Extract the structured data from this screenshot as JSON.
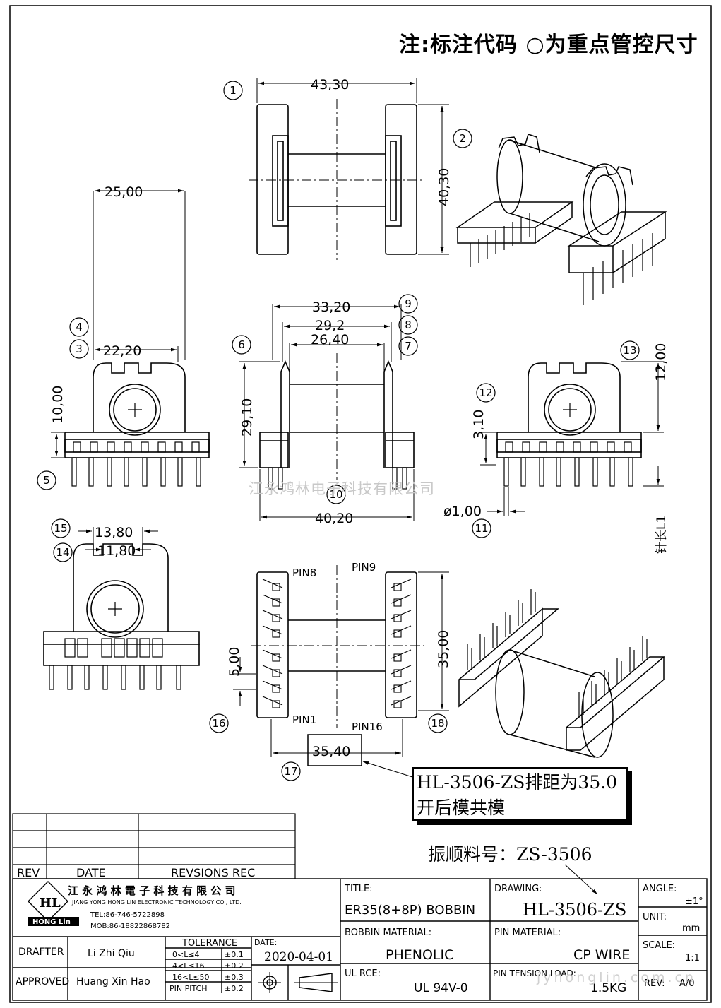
{
  "note": "注:标注代码 ○为重点管控尺寸",
  "watermark": "江永鸿林电子科技有限公司",
  "watermark_url": "jyhonglin.com.cn",
  "callout": {
    "line1": "HL-3506-ZS排距为35.0",
    "line2": "开后模共模"
  },
  "part_number": "振顺料号：ZS-3506",
  "dimensions": {
    "d1": "43,30",
    "d2": "40,30",
    "d3": "22,20",
    "d4": "25,00",
    "d5": "10,00",
    "d6": "29,10",
    "d7": "26,40",
    "d8": "29,2",
    "d9": "33,20",
    "d10": "40,20",
    "d11": "ø1,00",
    "d12": "3,10",
    "d13": "12,00",
    "d14": "11,80",
    "d15": "13,80",
    "d16": "5,00",
    "d17": "35,40",
    "d18": "35,00",
    "pin_length": "针长L1"
  },
  "callout_numbers": [
    "1",
    "2",
    "3",
    "4",
    "5",
    "6",
    "7",
    "8",
    "9",
    "10",
    "11",
    "12",
    "13",
    "14",
    "15",
    "16",
    "17",
    "18"
  ],
  "pins": {
    "pin8": "PIN8",
    "pin9": "PIN9",
    "pin1": "PIN1",
    "pin16": "PIN16"
  },
  "revision": {
    "rev": "REV",
    "date": "DATE",
    "rec": "REVSIONS REC"
  },
  "company": {
    "name_cn": "江 永 鸿 林 電 子 科 技 有 限 公 司",
    "name_en": "JIANG YONG HONG LIN ELECTRONIC TECHNOLOGY CO., LTD.",
    "tel": "TEL:86-746-5722898",
    "mob": "MOB:86-18822868782",
    "logo": "HL",
    "logo_sub": "HONG Lin"
  },
  "title_block": {
    "title_label": "TITLE:",
    "title_value": "ER35(8+8P) BOBBIN",
    "drawing_label": "DRAWING:",
    "drawing_value": "HL-3506-ZS",
    "angle_label": "ANGLE:",
    "angle_value": "±1°",
    "unit_label": "UNIT:",
    "unit_value": "mm",
    "bobbin_label": "BOBBIN MATERIAL:",
    "bobbin_value": "PHENOLIC",
    "pin_label": "PIN MATERIAL:",
    "pin_value": "CP WIRE",
    "scale_label": "SCALE:",
    "scale_value": "1:1",
    "drafter_label": "DRAFTER",
    "drafter_value": "Li Zhi Qiu",
    "approved_label": "APPROVED",
    "approved_value": "Huang Xin Hao",
    "tolerance_label": "TOLERANCE",
    "tol_rows": [
      {
        "range": "0<L≤4",
        "value": "±0.1"
      },
      {
        "range": "4<L≤16",
        "value": "±0.2"
      },
      {
        "range": "16<L≤50",
        "value": "±0.3"
      },
      {
        "range": "PIN PITCH",
        "value": "±0.2"
      }
    ],
    "date_label": "DATE:",
    "date_value": "2020-04-01",
    "ul_label": "UL RCE:",
    "ul_value": "UL 94V-0",
    "tension_label": "PIN TENSION LOAD:",
    "tension_value": "1.5KG",
    "rev_label": "REV:",
    "rev_value": "A/0"
  }
}
